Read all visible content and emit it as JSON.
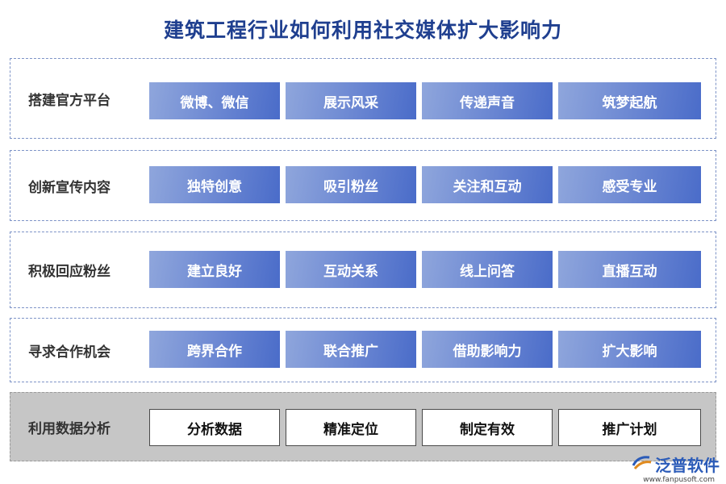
{
  "title": "建筑工程行业如何利用社交媒体扩大影响力",
  "rows": [
    {
      "label": "搭建官方平台",
      "items": [
        "微博、微信",
        "展示风采",
        "传递声音",
        "筑梦起航"
      ]
    },
    {
      "label": "创新宣传内容",
      "items": [
        "独特创意",
        "吸引粉丝",
        "关注和互动",
        "感受专业"
      ]
    },
    {
      "label": "积极回应粉丝",
      "items": [
        "建立良好",
        "互动关系",
        "线上问答",
        "直播互动"
      ]
    },
    {
      "label": "寻求合作机会",
      "items": [
        "跨界合作",
        "联合推广",
        "借助影响力",
        "扩大影响"
      ]
    },
    {
      "label": "利用数据分析",
      "items": [
        "分析数据",
        "精准定位",
        "制定有效",
        "推广计划"
      ]
    }
  ],
  "logo": {
    "name": "泛普软件",
    "url": "www.fanpusoft.com",
    "icon": "fanpu-logo-icon"
  },
  "colors": {
    "title": "#1f3f8f",
    "cell_start": "#8fa6dc",
    "cell_end": "#4a6cc9",
    "last_row_bg": "#c6c6c6"
  }
}
